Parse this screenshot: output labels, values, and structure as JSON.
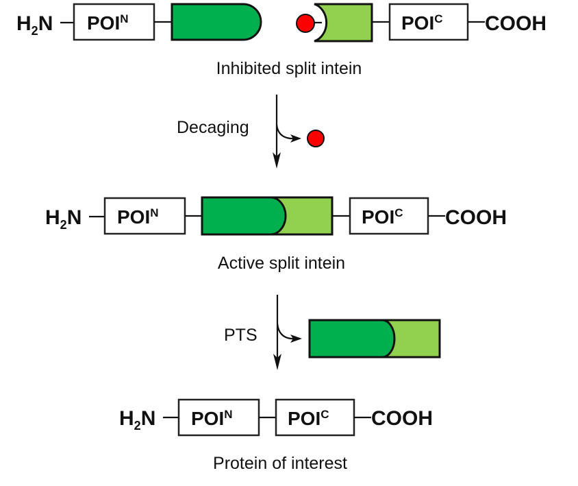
{
  "colors": {
    "intein_n": "#00b04f",
    "intein_c": "#92d050",
    "cage": "#ff0000",
    "outline": "#111111"
  },
  "terminals": {
    "n_main": "H",
    "n_sub": "2",
    "n_tail": "N",
    "c": "COOH"
  },
  "poi": {
    "base": "POI",
    "n_sup": "N",
    "c_sup": "C"
  },
  "states": [
    {
      "id": "inhibited",
      "label": "Inhibited split intein"
    },
    {
      "id": "active",
      "label": "Active split intein"
    },
    {
      "id": "product",
      "label": "Protein of interest"
    }
  ],
  "steps": [
    {
      "id": "decaging",
      "label": "Decaging",
      "released": "cage-group"
    },
    {
      "id": "pts",
      "label": "PTS",
      "released": "spliced-intein"
    }
  ]
}
